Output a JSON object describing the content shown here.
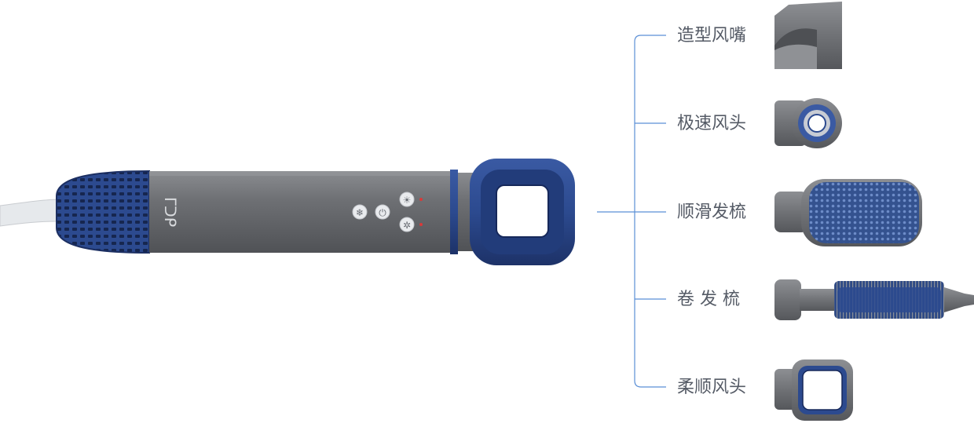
{
  "product": {
    "brand_mark": "ᒥᑐᑭ",
    "colors": {
      "body": "#6f7175",
      "body_dark": "#4f5156",
      "accent_blue": "#2c4a8f",
      "accent_blue_dark": "#1f3872",
      "cable": "#e8ebee",
      "connector_line": "#5b8fd6",
      "label_text": "#555b66"
    },
    "control_icons": [
      "snowflake-icon",
      "power-icon",
      "sun-icon",
      "fan-icon"
    ]
  },
  "attachments": [
    {
      "id": "styling-nozzle",
      "label": "造型风嘴"
    },
    {
      "id": "fast-dry-nozzle",
      "label": "极速风头"
    },
    {
      "id": "smoothing-brush",
      "label": "顺滑发梳"
    },
    {
      "id": "curling-brush",
      "label": "卷 发 梳"
    },
    {
      "id": "soft-nozzle",
      "label": "柔顺风头"
    }
  ]
}
